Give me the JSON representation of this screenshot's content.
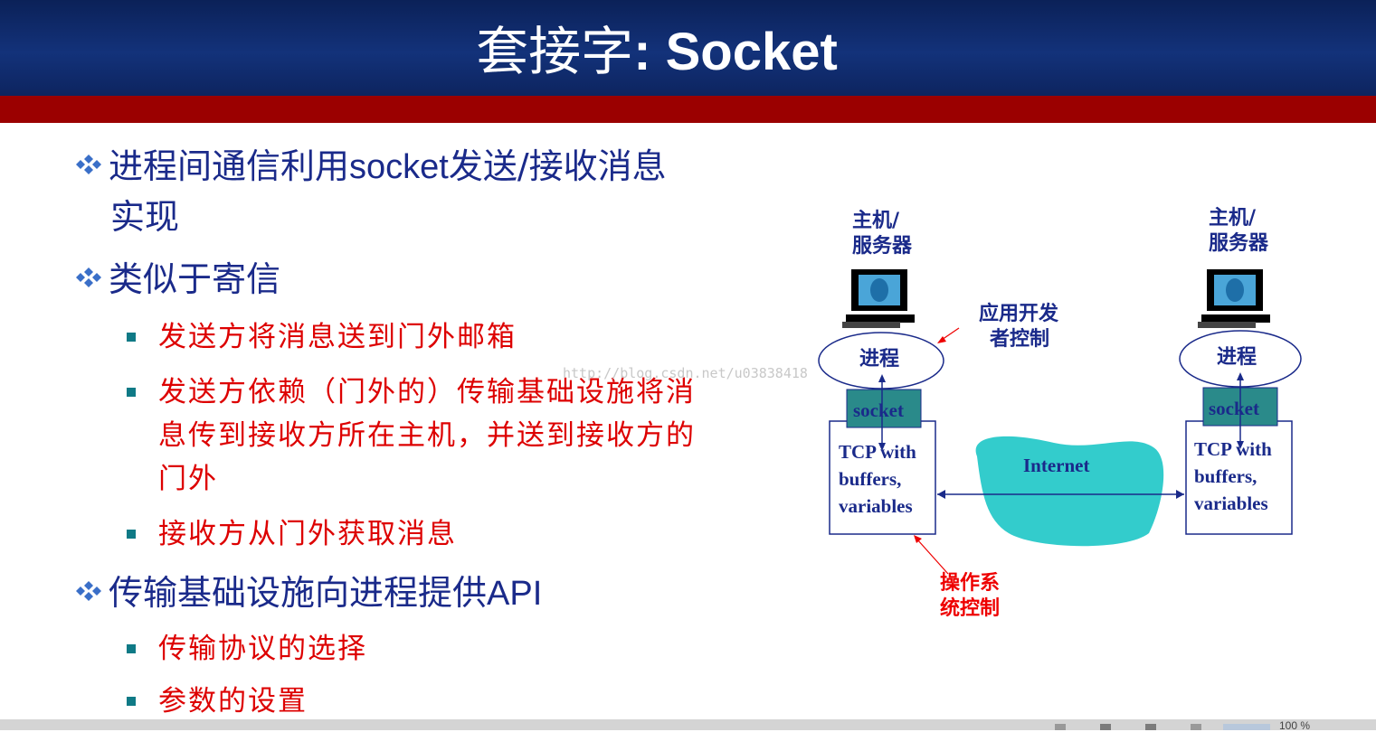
{
  "title": {
    "cn": "套接字",
    "en": ": Socket"
  },
  "bullets": {
    "b1_line1_a": "进程间通信利用",
    "b1_line1_b": "socket",
    "b1_line1_c": "发送/接收消息",
    "b1_line2": "实现",
    "b2": "类似于寄信",
    "b2_sub1": "发送方将消息送到门外邮箱",
    "b2_sub2_line1": "发送方依赖（门外的）传输基础设施将消",
    "b2_sub2_line2": "息传到接收方所在主机，并送到接收方的",
    "b2_sub2_line3": "门外",
    "b2_sub3": "接收方从门外获取消息",
    "b3_a": "传输基础设施向进程提供",
    "b3_b": "API",
    "b3_sub1": "传输协议的选择",
    "b3_sub2": "参数的设置"
  },
  "diagram": {
    "host_left_line1": "主机/",
    "host_left_line2": "服务器",
    "host_right_line1": "主机/",
    "host_right_line2": "服务器",
    "app_note_line1": "应用开发",
    "app_note_line2": "者控制",
    "process_left": "进程",
    "process_right": "进程",
    "socket_left": "socket",
    "socket_right": "socket",
    "tcp_left": [
      "TCP with",
      "buffers,",
      "variables"
    ],
    "tcp_right": [
      "TCP with",
      "buffers,",
      "variables"
    ],
    "internet": "Internet",
    "os_note_line1": "操作系",
    "os_note_line2": "统控制"
  },
  "watermark": "http://blog.csdn.net/u03838418",
  "status": {
    "zoom": "100 %"
  },
  "colors": {
    "title_bg": "#0b2158",
    "accent_red": "#9b0000",
    "text_blue": "#1a2a8a",
    "sub_red": "#dd0000",
    "socket_teal": "#2a8a8a",
    "cloud": "#33cccc"
  }
}
